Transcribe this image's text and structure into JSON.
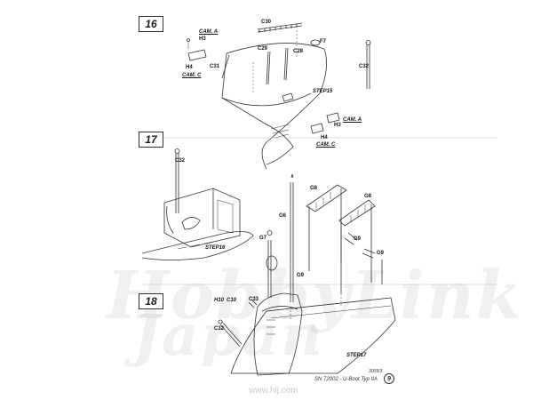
{
  "steps": [
    {
      "number": "16"
    },
    {
      "number": "17"
    },
    {
      "number": "18"
    }
  ],
  "step16": {
    "parts": [
      "C30",
      "C29",
      "C28",
      "F7",
      "C31",
      "C32",
      "H3",
      "H4"
    ],
    "camo_a": "CAM. A",
    "camo_c": "CAM. C",
    "ref": "STEP15"
  },
  "step17": {
    "parts": [
      "C32"
    ],
    "ref": "STEP16"
  },
  "step18": {
    "parts": [
      "G8",
      "G8",
      "G6",
      "G7",
      "G9",
      "G9",
      "G9",
      "H10",
      "C10",
      "C33",
      "C32"
    ],
    "ref": "STEP17"
  },
  "footer": {
    "small_code": "3009/3",
    "title": "SN 72002 - U-Boot Typ IIA",
    "page": "9"
  },
  "watermark": {
    "brand": "HobbyLink Japan",
    "url": "www.hlj.com"
  }
}
